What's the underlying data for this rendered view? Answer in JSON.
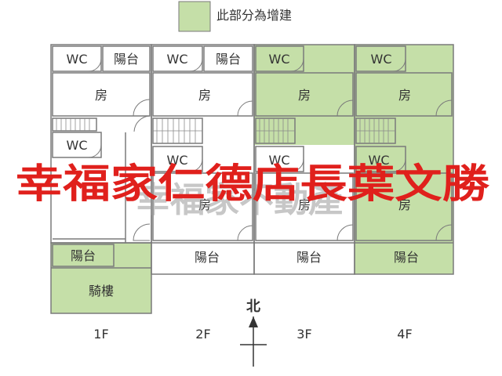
{
  "legend": {
    "text": "此部分為增建",
    "color": "#c5dfa8"
  },
  "colors": {
    "addition": "#c5dfa8",
    "wall": "#7a7a7a",
    "watermark_red": "#e0201c",
    "watermark_grey": "#9a9a9a"
  },
  "floors": [
    {
      "label": "1F",
      "wc_top": "WC",
      "balcony_top": "陽台",
      "room": "房",
      "wc_mid": "WC",
      "balcony_bottom": "陽台",
      "arcade": "騎樓"
    },
    {
      "label": "2F",
      "wc_top": "WC",
      "balcony_top": "陽台",
      "room_top": "房",
      "wc_mid": "WC",
      "room_bottom": "房",
      "balcony_bottom": "陽台"
    },
    {
      "label": "3F",
      "wc_top": "WC",
      "room_top": "房",
      "wc_mid": "WC",
      "room_bottom": "房",
      "balcony_bottom": "陽台"
    },
    {
      "label": "4F",
      "wc_top": "WC",
      "room_top": "房",
      "wc_mid": "WC",
      "room_bottom": "房",
      "balcony_bottom": "陽台"
    }
  ],
  "compass": {
    "label": "北"
  },
  "watermark": {
    "main": "幸福家仁德店長葉文勝",
    "grey": "幸福家不動產"
  }
}
